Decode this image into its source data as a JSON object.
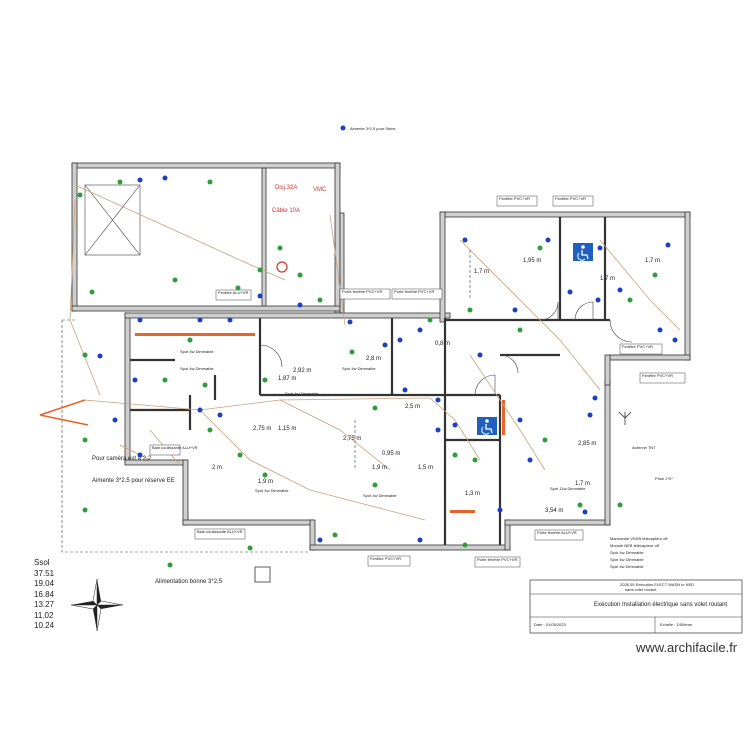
{
  "watermark": "www.archifacile.fr",
  "top_note": "Aimente 3*2.5 pour Seine",
  "level_table": {
    "title": "Ssol",
    "values": [
      "37.51",
      "19.04",
      "16.84",
      "13.27",
      "11.02",
      "10.24"
    ]
  },
  "title_block": {
    "line1": "2026 05 Exécution ELECT WASN to NSD",
    "line2": "sans volet roulant",
    "main": "Exécution Installation électrique sans volet roulant",
    "footer_left": "Date : 01/05/2023",
    "footer_right": "Echelle : 1/50ème"
  },
  "dimensions": {
    "d1": "1,7 m",
    "d2": "1,95 m",
    "d3": "1,7 m",
    "d4": "1,87 m",
    "d5": "2,92 m",
    "d6": "2,8 m",
    "d7": "2,75 m",
    "d8": "0,95 m",
    "d9": "1,9 m",
    "d10": "1,5 m",
    "d11": "1,3 m",
    "d12": "2 m",
    "d13": "2,75 m",
    "d14": "1,9 m",
    "d15": "1,15 m",
    "d16": "0,8 m",
    "d17": "1,7 m",
    "d18": "3,54 m",
    "d19": "2,5 m",
    "d20": "1,7 m",
    "d21": "2,85 m"
  },
  "labels": {
    "vmc": "VMC",
    "disj": "Disj.32A",
    "cable": "Câble 10A",
    "camera": "Pour caméra ext à 2,2",
    "aimente_ee": "Aimente 3*2.5 pour réserve EE",
    "antenne": "Antenne TNT",
    "prise": "Prise 2*0*",
    "alim": "Alimentation bonne 3*2,5",
    "spot1": "Spot 4w Dimmable",
    "spot2": "Spot 4w Dimmable",
    "spot3": "Spot 4w Dimmable",
    "spot4": "Spot 4w Dimmable",
    "spot5": "Spot 4w Dimmable",
    "spot6": "Spot 4w Dimmable",
    "spot7": "Spot 11w Dimmable",
    "legend1": "Marmande VDKB télécapteur off",
    "legend2": "Module NEB télécapteur off",
    "legend3": "Spot 4w Dimmable",
    "legend4": "Spot 4w Dimmable",
    "legend5": "Spot 4w Dimmable",
    "win1": "Fenêtre PVC+VR",
    "win2": "Fenêtre PVC+VR",
    "win3": "Porte fenêtre PVC+VR",
    "win4": "Porte fenêtre PVC+VR",
    "win5": "Fenêtre PVC+VR",
    "win6": "Baie coulissante ALU+VR",
    "win7": "Fenêtre PVC+VR",
    "win8": "Porte fenêtre PVC+VR",
    "win9": "Porte fenêtre ALU+VR",
    "win10": "Fenêtre PVC+VR",
    "win11": "Baie coulissante ALU+VR",
    "win12": "Fenêtre ALU+VR"
  },
  "colors": {
    "symbol_blue": "#1a3fc4",
    "symbol_green": "#2e9e3a",
    "accent_orange": "#e8622a",
    "wire_brown": "#c9a27b",
    "note_red": "#d0312d",
    "access_blue": "#1f5fbf"
  },
  "icons": [
    "compass-rose-icon",
    "wheelchair-icon",
    "antenna-icon",
    "outlet-icon",
    "light-point-icon",
    "switch-icon"
  ]
}
